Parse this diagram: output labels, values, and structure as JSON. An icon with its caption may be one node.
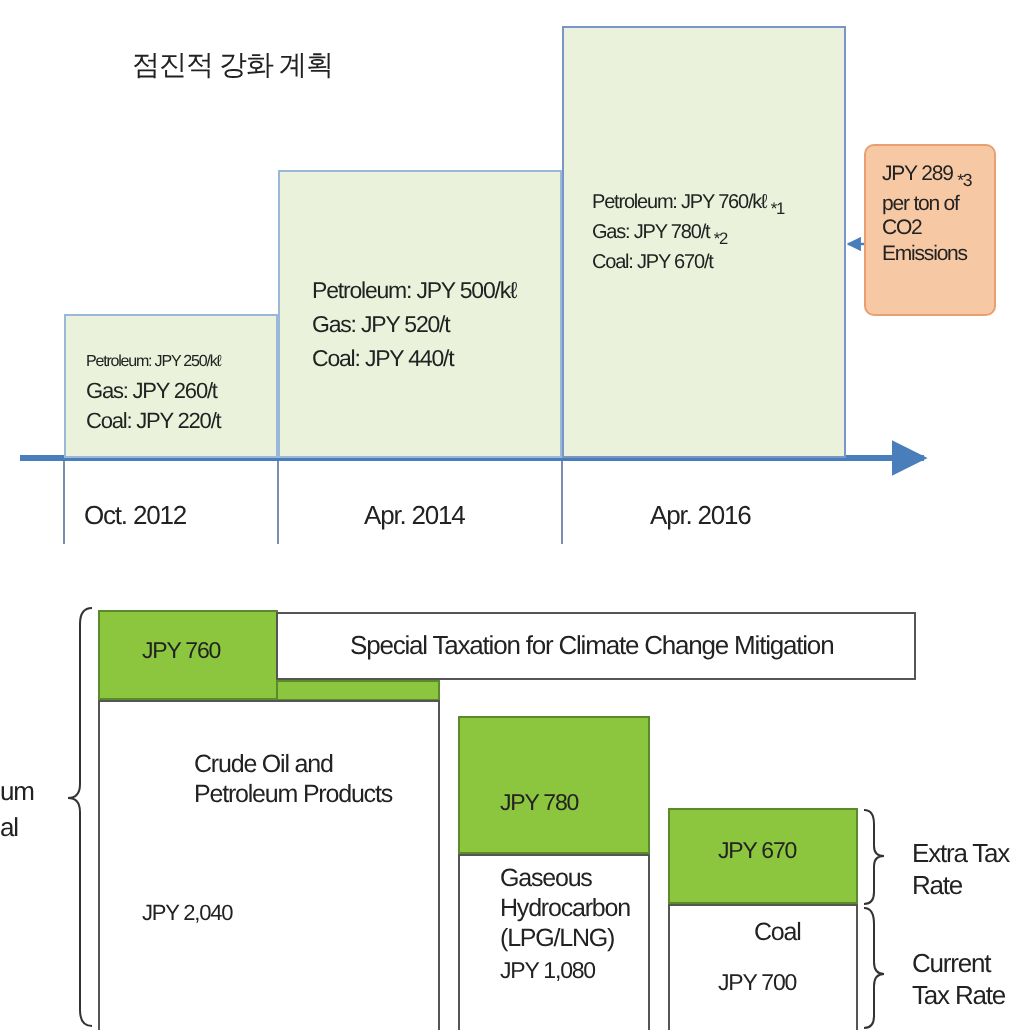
{
  "diagram": {
    "title": "점진적 강화 계획",
    "nodes": [
      {
        "text": [
          "Petroleum: JPY 250/kℓ",
          "Gas: JPY 260/t",
          "Coal: JPY 220/t"
        ]
      },
      {
        "text": [
          "Petroleum: JPY 500/kℓ",
          "Gas: JPY 520/t",
          "Coal: JPY 440/t"
        ]
      },
      {
        "text": [
          "Petroleum: JPY 760/kℓ $_{*1}$",
          "Gas: JPY 780/t $_{*2}$",
          "Coal: JPY 670/t"
        ]
      },
      {
        "text": [
          "JPY 289 $_{*3}$ per ton of CO2 Emissions"
        ]
      },
      {
        "text": [
          "Special Taxation for Climate Change Mitigation"
        ]
      },
      {
        "text": [
          "JPY 760"
        ]
      },
      {
        "text": [
          "Crude Oil and Petroleum Products",
          "JPY 2,040"
        ]
      },
      {
        "text": [
          "JPY 780"
        ]
      },
      {
        "text": [
          "Gaseous Hydrocarbon (LPG/LNG)",
          "JPY 1,080"
        ]
      },
      {
        "text": [
          "JPY 670"
        ]
      },
      {
        "text": [
          "Coal",
          "JPY 700"
        ]
      }
    ],
    "edges": [
      {
        "from": 3,
        "to": 2,
        "arrow": "to"
      }
    ],
    "labels": [
      "Oct. 2012",
      "Apr. 2014",
      "Apr. 2016",
      "um",
      "al",
      "Extra Tax Rate",
      "Current Tax Rate"
    ]
  }
}
